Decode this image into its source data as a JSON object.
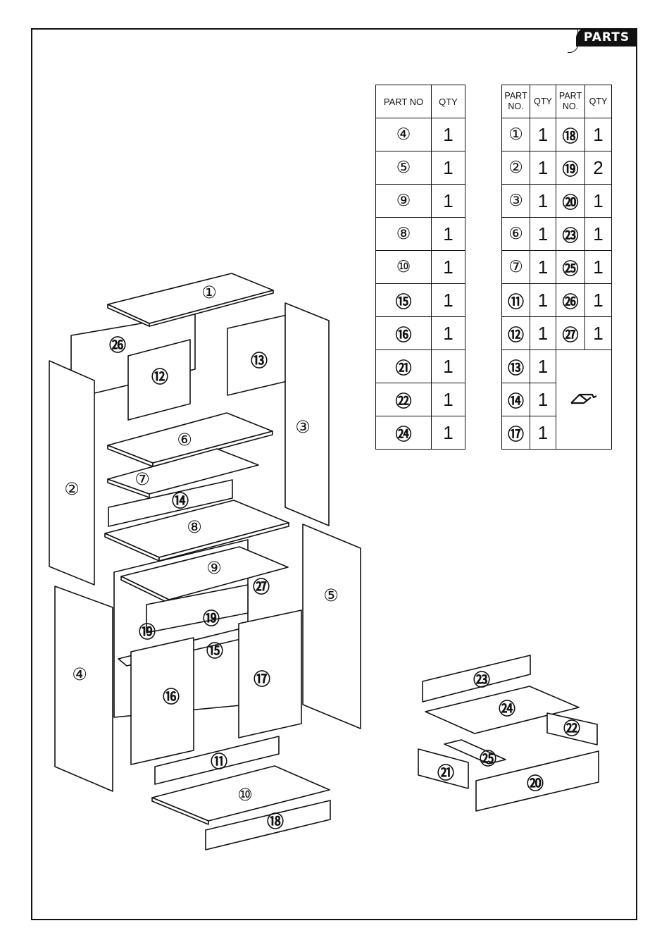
{
  "header": {
    "tab_label": "PARTS"
  },
  "table_left": {
    "headers": [
      "PART NO",
      "QTY"
    ],
    "rows": [
      {
        "part": "④",
        "qty": "1"
      },
      {
        "part": "⑤",
        "qty": "1"
      },
      {
        "part": "⑨",
        "qty": "1"
      },
      {
        "part": "⑧",
        "qty": "1"
      },
      {
        "part": "⑩",
        "qty": "1"
      },
      {
        "part": "⑮",
        "qty": "1"
      },
      {
        "part": "⑯",
        "qty": "1"
      },
      {
        "part": "㉑",
        "qty": "1"
      },
      {
        "part": "㉒",
        "qty": "1"
      },
      {
        "part": "㉔",
        "qty": "1"
      }
    ]
  },
  "table_right": {
    "headers": [
      "PART NO.",
      "QTY",
      "PART NO.",
      "QTY"
    ],
    "rows": [
      {
        "part_a": "①",
        "qty_a": "1",
        "part_b": "⑱",
        "qty_b": "1"
      },
      {
        "part_a": "②",
        "qty_a": "1",
        "part_b": "⑲",
        "qty_b": "2"
      },
      {
        "part_a": "③",
        "qty_a": "1",
        "part_b": "⑳",
        "qty_b": "1"
      },
      {
        "part_a": "⑥",
        "qty_a": "1",
        "part_b": "㉓",
        "qty_b": "1"
      },
      {
        "part_a": "⑦",
        "qty_a": "1",
        "part_b": "㉕",
        "qty_b": "1"
      },
      {
        "part_a": "⑪",
        "qty_a": "1",
        "part_b": "㉖",
        "qty_b": "1"
      },
      {
        "part_a": "⑫",
        "qty_a": "1",
        "part_b": "㉗",
        "qty_b": "1"
      },
      {
        "part_a": "⑬",
        "qty_a": "1"
      },
      {
        "part_a": "⑭",
        "qty_a": "1"
      },
      {
        "part_a": "⑰",
        "qty_a": "1"
      }
    ],
    "hardware_icon": "bracket-icon"
  },
  "diagram_labels": {
    "p1": "①",
    "p2": "②",
    "p3": "③",
    "p4": "④",
    "p5": "⑤",
    "p6": "⑥",
    "p7": "⑦",
    "p8": "⑧",
    "p9": "⑨",
    "p10": "⑩",
    "p11": "⑪",
    "p12": "⑫",
    "p13": "⑬",
    "p14": "⑭",
    "p15": "⑮",
    "p16": "⑯",
    "p17": "⑰",
    "p18": "⑱",
    "p19a": "⑲",
    "p19b": "⑲",
    "p20": "⑳",
    "p21": "㉑",
    "p22": "㉒",
    "p23": "㉓",
    "p24": "㉔",
    "p25": "㉕",
    "p26": "㉖",
    "p27": "㉗"
  }
}
